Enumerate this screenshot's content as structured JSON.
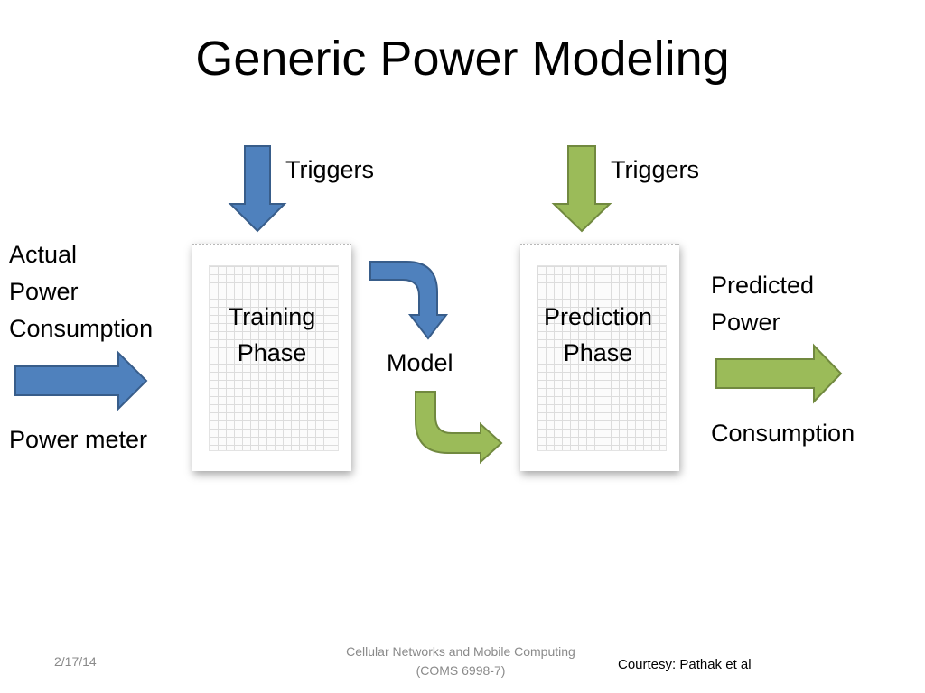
{
  "slide": {
    "title": "Generic Power Modeling"
  },
  "diagram": {
    "input": {
      "line1": "Actual",
      "line2": "Power",
      "line3": "Consumption",
      "bottom": "Power meter"
    },
    "training": {
      "trigger_label": "Triggers",
      "line1": "Training",
      "line2": "Phase"
    },
    "model_label": "Model",
    "prediction": {
      "trigger_label": "Triggers",
      "line1": "Prediction",
      "line2": "Phase"
    },
    "output": {
      "line1": "Predicted",
      "line2": "Power",
      "bottom": "Consumption"
    },
    "colors": {
      "blue": "#4f81bd",
      "blue_border": "#385d8a",
      "green": "#9bbb59",
      "green_border": "#71893f"
    }
  },
  "footer": {
    "date": "2/17/14",
    "course_line1": "Cellular Networks and Mobile Computing",
    "course_line2": "(COMS 6998-7)",
    "credit": "Courtesy: Pathak et al"
  }
}
